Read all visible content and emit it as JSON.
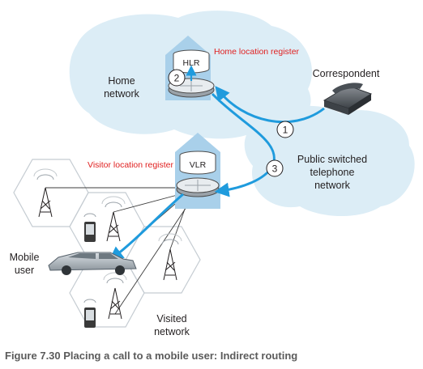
{
  "labels": {
    "home_network": [
      "Home",
      "network"
    ],
    "hlr_annotation": "Home location register",
    "hlr": "HLR",
    "correspondent": "Correspondent",
    "pstn": [
      "Public switched",
      "telephone",
      "network"
    ],
    "vlr_annotation": "Visitor location register",
    "vlr": "VLR",
    "mobile_user": [
      "Mobile",
      "user"
    ],
    "visited_network": [
      "Visited",
      "network"
    ]
  },
  "steps": [
    "1",
    "2",
    "3"
  ],
  "caption": "Figure 7.30 Placing a call to a mobile user: Indirect routing",
  "colors": {
    "cloud": "#dcedf6",
    "building": "#a9d0ea",
    "arrow": "#1f9bdd",
    "label_red": "#e02020",
    "text": "#231f20"
  }
}
